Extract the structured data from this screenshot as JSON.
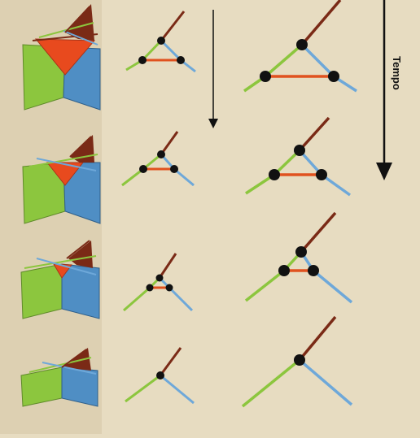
{
  "time_label": "Tempo",
  "colors": {
    "background": "#e7dcc1",
    "brown": "#7a2a16",
    "orange": "#e0521f",
    "red_face": "#e84a1e",
    "green": "#8cc63e",
    "blue": "#4f8ec4",
    "blue_line": "#6ea8d9",
    "node": "#111111",
    "arrow": "#111111"
  },
  "stages": [
    {
      "id": "stage-1",
      "triangle": "large"
    },
    {
      "id": "stage-2",
      "triangle": "medium"
    },
    {
      "id": "stage-3",
      "triangle": "small"
    },
    {
      "id": "stage-4",
      "triangle": "none"
    }
  ]
}
